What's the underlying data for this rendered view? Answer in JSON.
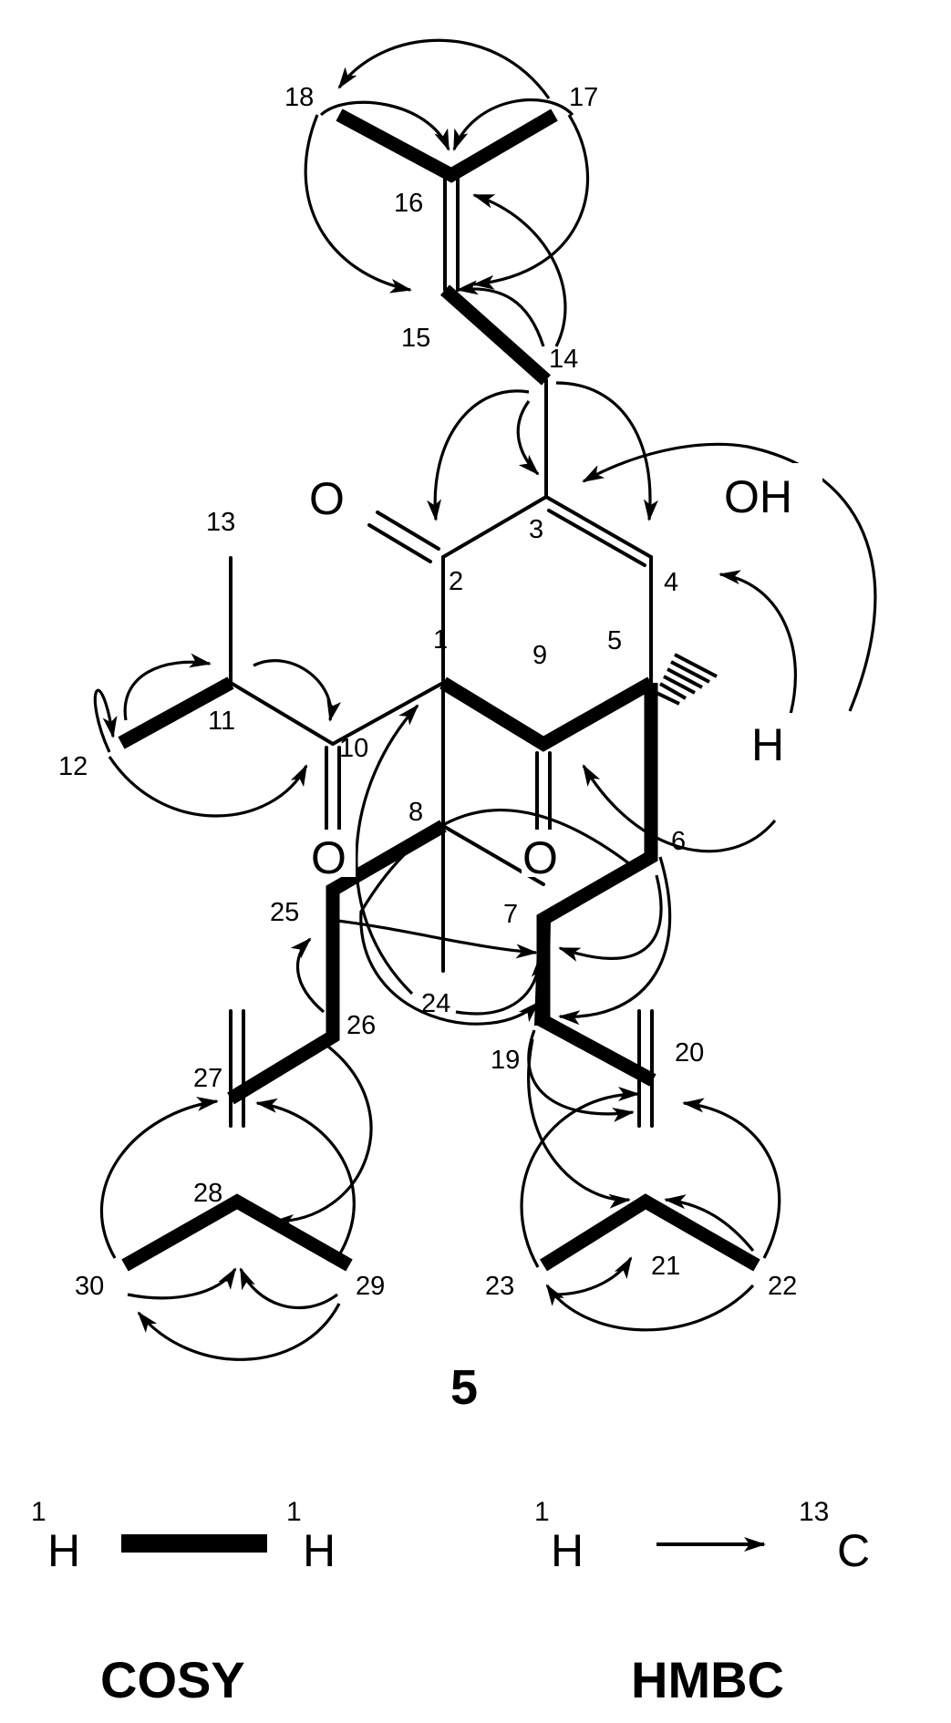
{
  "figure": {
    "compound_label": "5",
    "atoms": {
      "o_ketone": "O",
      "o_acyl": "O",
      "o_bridge": "O",
      "oh": "OH",
      "h": "H"
    },
    "atom_numbers": {
      "n1": "1",
      "n2": "2",
      "n3": "3",
      "n4": "4",
      "n5": "5",
      "n6": "6",
      "n7": "7",
      "n8": "8",
      "n9": "9",
      "n10": "10",
      "n11": "11",
      "n12": "12",
      "n13": "13",
      "n14": "14",
      "n15": "15",
      "n16": "16",
      "n17": "17",
      "n18": "18",
      "n19": "19",
      "n20": "20",
      "n21": "21",
      "n22": "22",
      "n23": "23",
      "n24": "24",
      "n25": "25",
      "n26": "26",
      "n27": "27",
      "n28": "28",
      "n29": "29",
      "n30": "30"
    }
  },
  "legend": {
    "cosy": {
      "mass_left": "1",
      "element_left": "H",
      "mass_right": "1",
      "element_right": "H",
      "title": "COSY"
    },
    "hmbc": {
      "mass_left": "1",
      "element_left": "H",
      "mass_right": "13",
      "element_right": "C",
      "title": "HMBC"
    }
  }
}
